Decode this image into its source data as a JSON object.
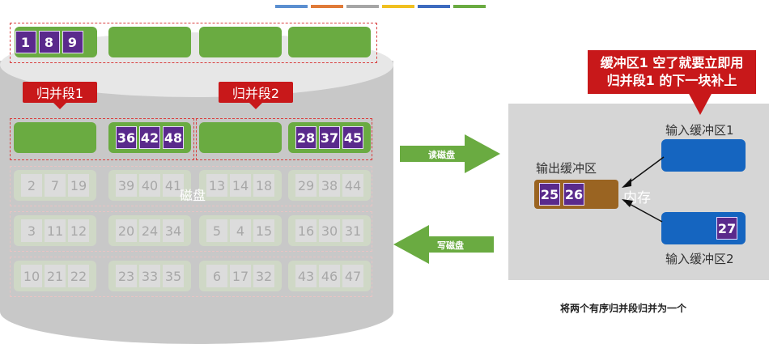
{
  "colors": {
    "accent_red": "#c8181a",
    "block_green": "#6aab41",
    "record_purple": "#5a2a8c",
    "input_buffer_blue": "#1565c0",
    "output_buffer_brown": "#9a6422",
    "arrow_green": "#6aab41"
  },
  "top_row": {
    "records": [
      "1",
      "8",
      "9"
    ]
  },
  "segment_labels": [
    "归并段1",
    "归并段2"
  ],
  "seg1_records": [
    "36",
    "42",
    "48"
  ],
  "seg2_records": [
    "28",
    "37",
    "45"
  ],
  "faded_rows": [
    [
      [
        "2",
        "7",
        "19"
      ],
      [
        "39",
        "40",
        "41"
      ],
      [
        "13",
        "14",
        "18"
      ],
      [
        "29",
        "38",
        "44"
      ]
    ],
    [
      [
        "3",
        "11",
        "12"
      ],
      [
        "20",
        "24",
        "34"
      ],
      [
        "5",
        "4",
        "15"
      ],
      [
        "16",
        "30",
        "31"
      ]
    ],
    [
      [
        "10",
        "21",
        "22"
      ],
      [
        "23",
        "33",
        "35"
      ],
      [
        "6",
        "17",
        "32"
      ],
      [
        "43",
        "46",
        "47"
      ]
    ]
  ],
  "disk_label": "磁盘",
  "arrows": {
    "read": "读磁盘",
    "write": "写磁盘"
  },
  "memory": {
    "label": "内存",
    "input1_label": "输入缓冲区1",
    "input2_label": "输入缓冲区2",
    "output_label": "输出缓冲区",
    "input2_records": [
      "27"
    ],
    "output_records": [
      "25",
      "26"
    ]
  },
  "callout": {
    "line1": "缓冲区1 空了就要立即用",
    "line2": "归并段1 的下一块补上"
  },
  "caption": "将两个有序归并段归并为一个"
}
